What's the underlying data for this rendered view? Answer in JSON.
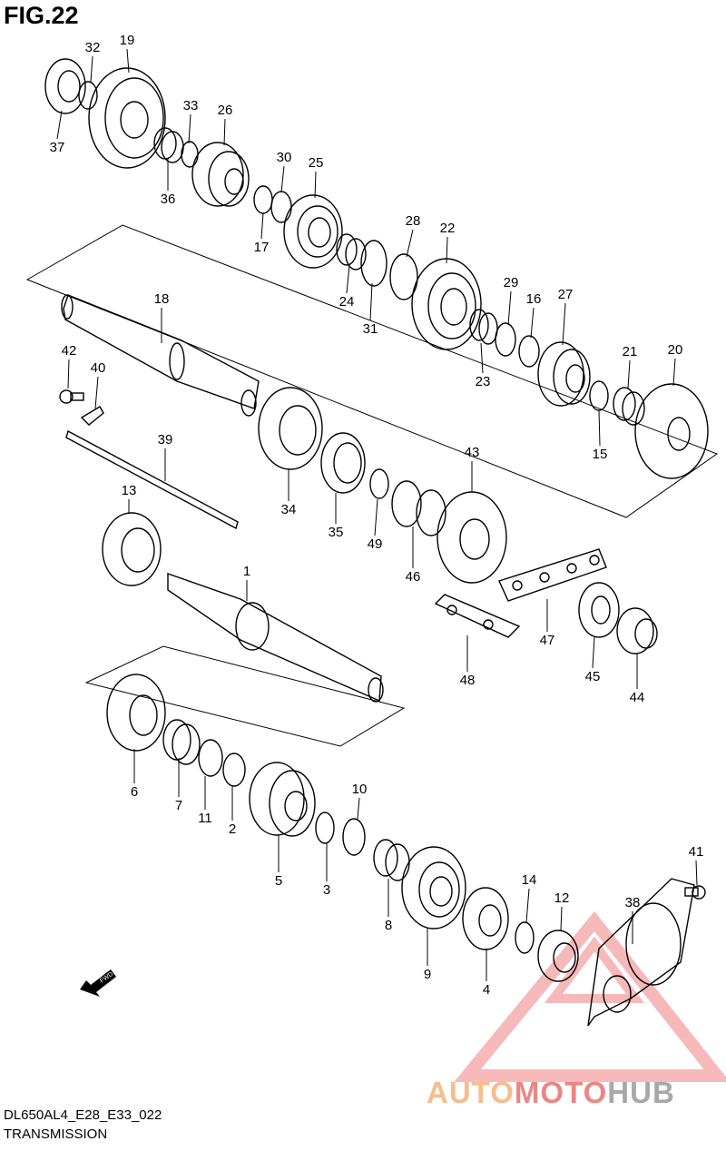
{
  "figure": {
    "title": "FIG.22",
    "model_code": "DL650AL4_E28_E33_022",
    "section": "TRANSMISSION"
  },
  "fwd_label": "FWD",
  "watermark": {
    "part1": "AUTO",
    "part2": "MOTO",
    "part3": "HUB",
    "colors": {
      "auto": "#f6b27a",
      "moto": "#e8726e",
      "hub": "#9a9a9a",
      "triangle": "#f08080"
    }
  },
  "callouts": [
    "1",
    "2",
    "3",
    "4",
    "5",
    "6",
    "7",
    "8",
    "9",
    "10",
    "11",
    "12",
    "13",
    "14",
    "15",
    "16",
    "17",
    "18",
    "19",
    "20",
    "21",
    "22",
    "23",
    "24",
    "25",
    "26",
    "27",
    "28",
    "29",
    "30",
    "31",
    "32",
    "33",
    "34",
    "35",
    "36",
    "37",
    "38",
    "39",
    "40",
    "41",
    "42",
    "43",
    "44",
    "45",
    "46",
    "47",
    "48",
    "49"
  ]
}
